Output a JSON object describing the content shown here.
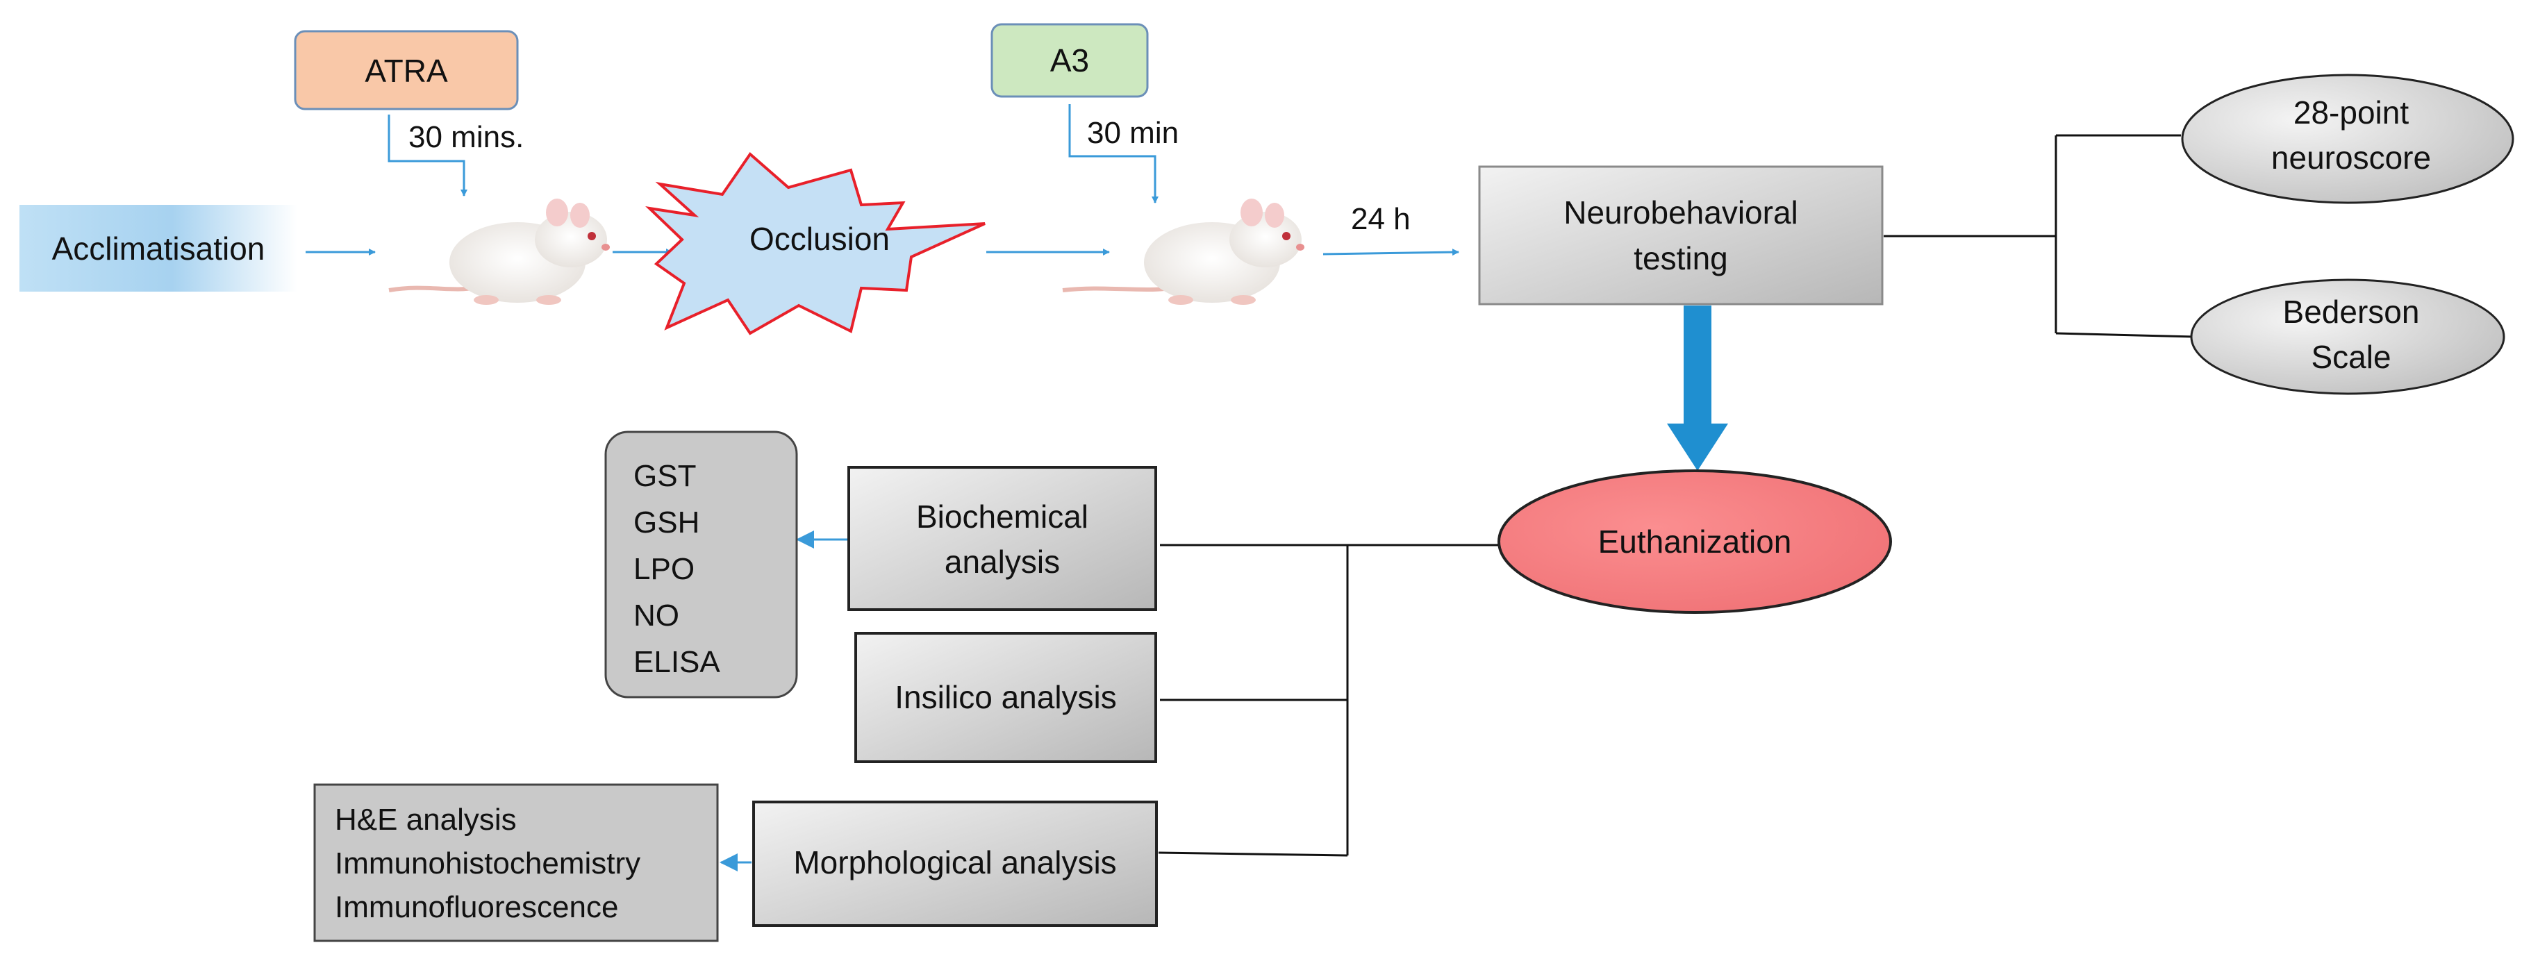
{
  "diagram": {
    "pretreatment_drug": "ATRA",
    "pretreatment_time": "30 mins.",
    "post_drug": "A3",
    "post_time": "30 min",
    "start_step": "Acclimatisation",
    "occlusion": "Occlusion",
    "delay": "24 h",
    "testing": {
      "line1": "Neurobehavioral",
      "line2": "testing"
    },
    "neuroscore": {
      "line1": "28-point",
      "line2": "neuroscore"
    },
    "bederson": {
      "line1": "Bederson",
      "line2": "Scale"
    },
    "euthanization": "Euthanization",
    "biochemical": {
      "line1": "Biochemical",
      "line2": "analysis"
    },
    "biochem_list": [
      "GST",
      "GSH",
      "LPO",
      "NO",
      "ELISA"
    ],
    "insilico": "Insilico analysis",
    "morphological": "Morphological analysis",
    "morph_list": [
      "H&E analysis",
      "Immunohistochemistry",
      "Immunofluorescence"
    ]
  },
  "colors": {
    "arrow_blue": "#3a9ad9",
    "thick_arrow": "#1f8fd0",
    "atra_fill": "#f9c8a8",
    "a3_fill": "#cde8c0",
    "euth_fill": "#f27b7e",
    "occlusion_fill": "#c5e0f5",
    "occlusion_stroke": "#e8202a",
    "box_gray": "#c0c0c0"
  }
}
